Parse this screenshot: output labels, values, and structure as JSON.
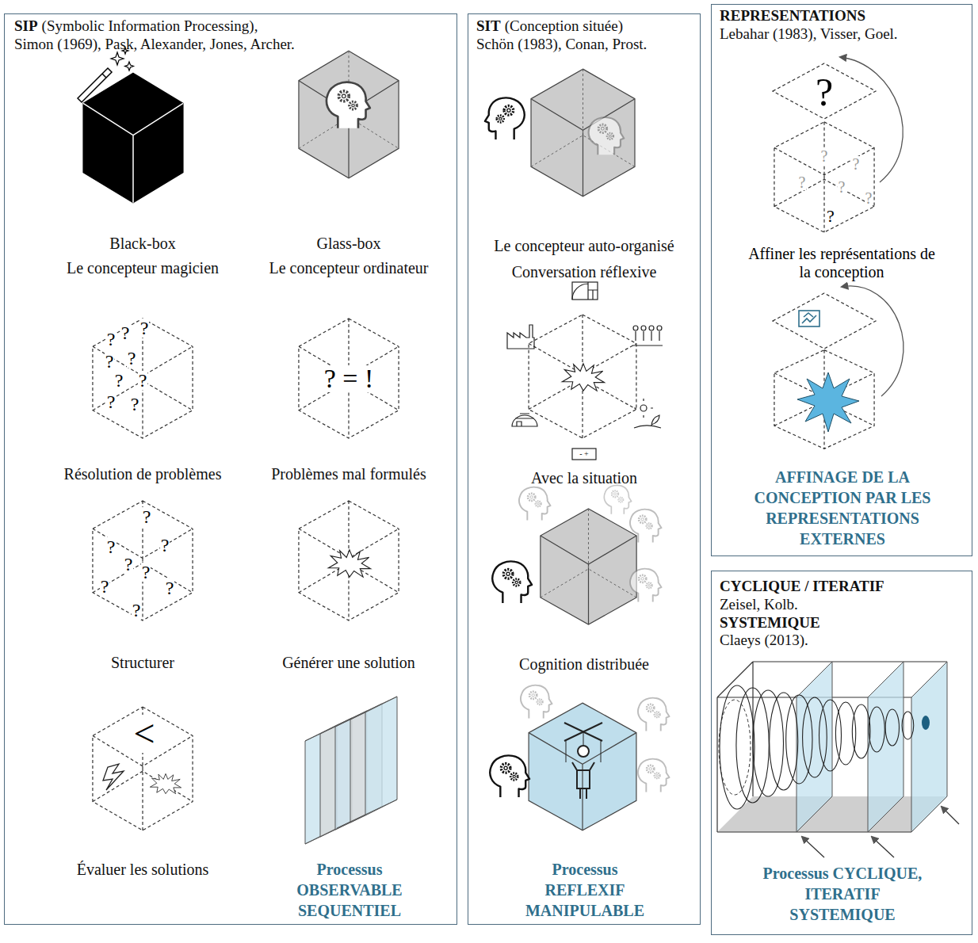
{
  "diagram": {
    "nodes": [
      {
        "text": [
          "SIP",
          "(Symbolic Information Processing),",
          "Simon (1969), Pask, Alexander, Jones, Archer.",
          "Processus OBSERVABLE SEQUENTIEL"
        ]
      },
      {
        "text": [
          "SIT",
          "(Conception située)",
          "Schön (1983), Conan, Prost.",
          "Processus REFLEXIF MANIPULABLE"
        ]
      },
      {
        "text": [
          "REPRESENTATIONS",
          "Lebahar (1983), Visser, Goel.",
          "AFFINAGE DE LA CONCEPTION PAR LES REPRESENTATIONS EXTERNES"
        ]
      },
      {
        "text": [
          "CYCLIQUE / ITERATIF",
          "Zeisel, Kolb.",
          "SYSTEMIQUE",
          "Claeys (2013).",
          "Processus CYCLIQUE, ITERATIF SYSTEMIQUE"
        ]
      }
    ],
    "labels": [
      "Black-box",
      "Le concepteur magicien",
      "Glass-box",
      "Le concepteur ordinateur",
      "?",
      "?",
      "?",
      "?",
      "?",
      "?",
      "?",
      "?",
      "?",
      "? = !",
      "Résolution de problèmes",
      "Problèmes mal formulés",
      "?",
      "?",
      "?",
      "?",
      "?",
      "?",
      "?",
      "?",
      "Structurer",
      "Générer une solution",
      "<",
      "Évaluer les solutions",
      "Le concepteur auto-organisé",
      "Conversation réflexive",
      "- +",
      "Avec la situation",
      "Cognition distribuée",
      "?",
      "?",
      "?",
      "?",
      "?",
      "?",
      "?",
      "Affiner les représentations de la conception"
    ]
  }
}
